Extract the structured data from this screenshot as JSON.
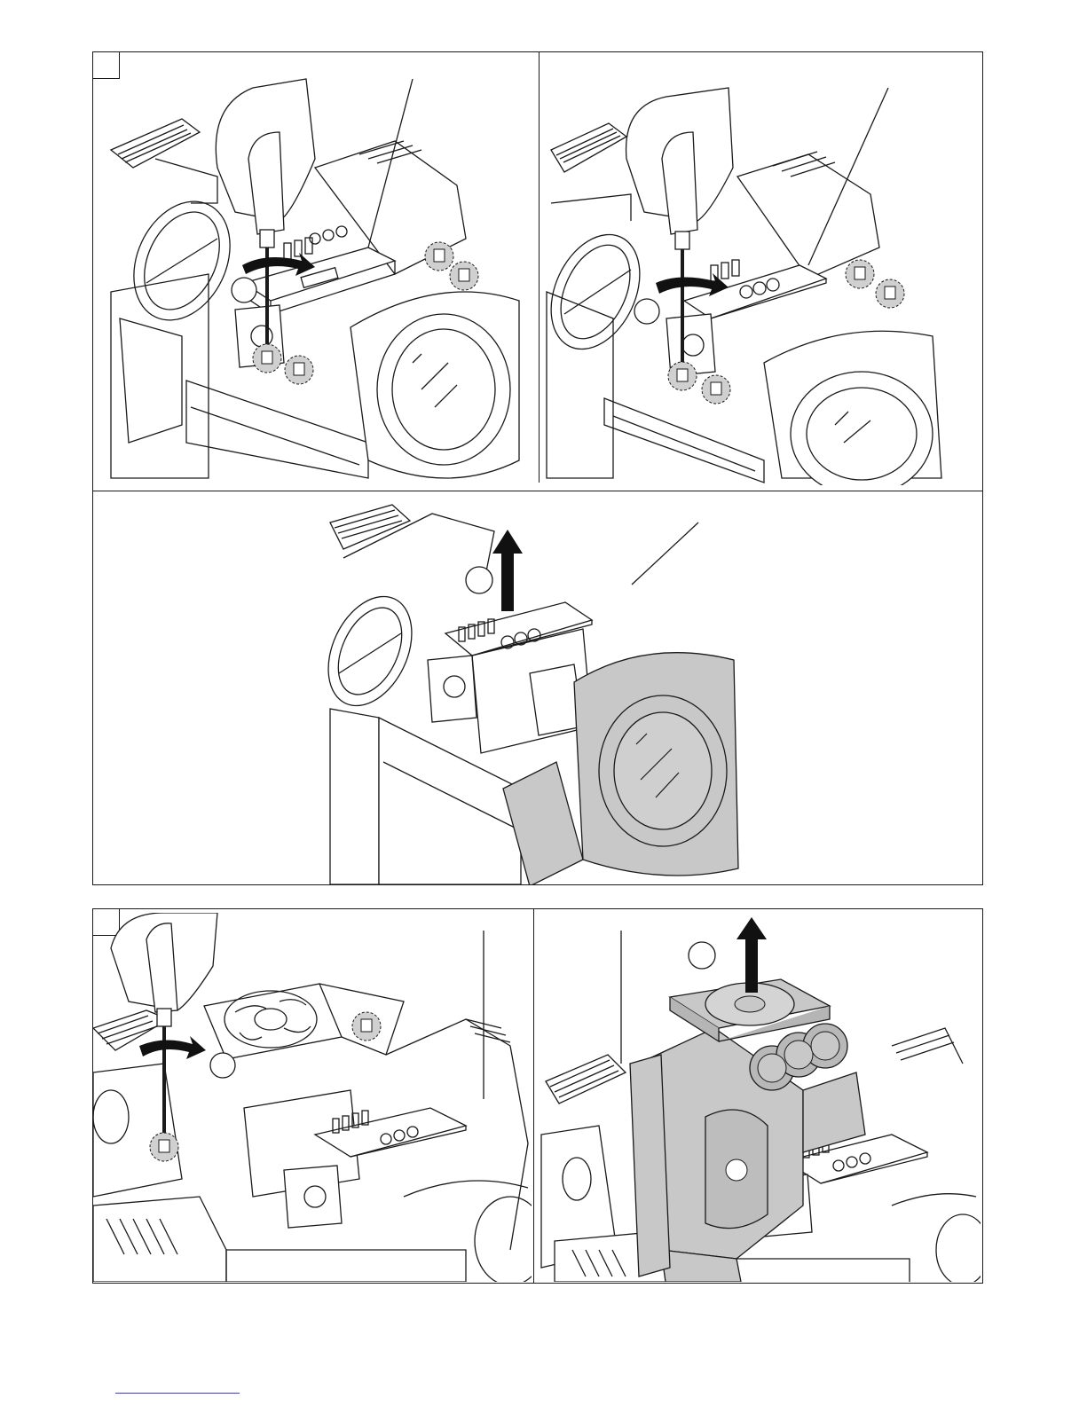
{
  "figures": [
    {
      "id": "figure-upper",
      "step_label": "",
      "panels": [
        {
          "id": "panel-a",
          "callout_number": "",
          "actions": [
            "unscrew",
            "screw-highlight",
            "screw-highlight",
            "screw-highlight",
            "screw-highlight"
          ]
        },
        {
          "id": "panel-b",
          "callout_number": "",
          "actions": [
            "unscrew",
            "screw-highlight",
            "screw-highlight",
            "screw-highlight",
            "screw-highlight"
          ]
        },
        {
          "id": "panel-c",
          "callout_number": "",
          "actions": [
            "lift-up",
            "highlighted-module"
          ]
        }
      ]
    },
    {
      "id": "figure-lower",
      "step_label": "",
      "panels": [
        {
          "id": "panel-d",
          "callout_number": "",
          "actions": [
            "unscrew",
            "screw-highlight",
            "screw-highlight"
          ]
        },
        {
          "id": "panel-e",
          "callout_number": "",
          "actions": [
            "lift-up",
            "highlighted-module"
          ]
        }
      ]
    }
  ],
  "colors": {
    "line": "#1a1a1a",
    "highlight_gray": "#c8c8c8",
    "arrow": "#111111",
    "screw_circle": "#d0d0d0",
    "footer_link": "#3a3ad6"
  },
  "icons": [
    "hand-screwdriver-icon",
    "rotate-arrow-icon",
    "up-arrow-icon",
    "screw-icon",
    "fan-icon",
    "lens-icon",
    "circuit-board-icon"
  ]
}
